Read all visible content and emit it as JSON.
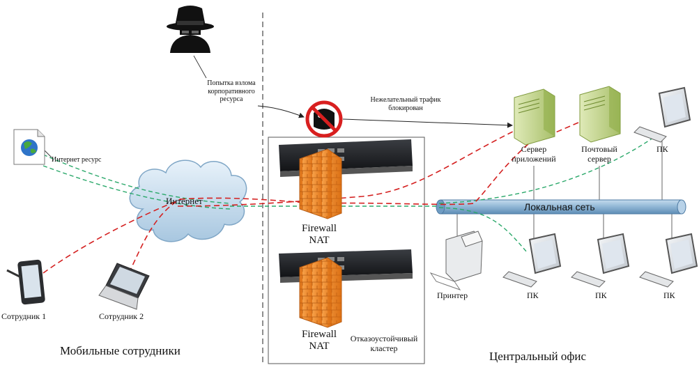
{
  "regions": {
    "mobile": "Мобильные сотрудники",
    "office": "Центральный офис"
  },
  "attacker": {
    "label_lines": [
      "Попытка взлома",
      "корпоративного",
      "ресурса"
    ]
  },
  "blocked": {
    "label_lines": [
      "Нежелательный трафик",
      "блокирован"
    ]
  },
  "internet_resource": "Интернет ресурс",
  "internet": "Интернет",
  "lan": "Локальная сеть",
  "firewall": {
    "line1": "Firewall",
    "line2": "NAT"
  },
  "cluster": {
    "line1": "Отказоустойчивый",
    "line2": "кластер"
  },
  "devices": {
    "employee1": "Сотрудник 1",
    "employee2": "Сотрудник 2",
    "app_server": [
      "Сервер",
      "приложений"
    ],
    "mail_server": [
      "Почтовый",
      "сервер"
    ],
    "pc": "ПК",
    "printer": "Принтер"
  },
  "colors": {
    "red_dash": "#d42020",
    "green_dash": "#2aa86a",
    "lan_pipe": "#8fb5d4",
    "firewall": "#f08a2a",
    "server_body": "#c9dc9a"
  }
}
